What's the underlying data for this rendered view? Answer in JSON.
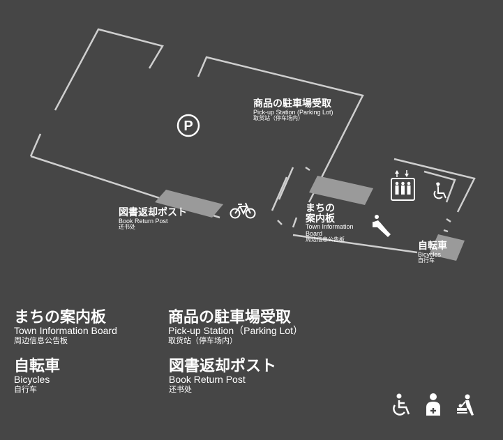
{
  "map_labels": {
    "parking_symbol": "P",
    "pickup": {
      "ja": "商品の駐車場受取",
      "en": "Pick-up Station (Parking Lot)",
      "zh": "取货站（停车场内）"
    },
    "book_return": {
      "ja": "図書返却ポスト",
      "en": "Book Return Post",
      "zh": "还书处"
    },
    "town_board": {
      "ja_line1": "まちの",
      "ja_line2": "案内板",
      "en_line1": "Town Information",
      "en_line2": "Board",
      "zh": "周边信息公告板"
    },
    "bicycles": {
      "ja": "自転車",
      "en": "Bicycles",
      "zh": "自行车"
    }
  },
  "legend": {
    "town_board": {
      "ja": "まちの案内板",
      "en": "Town Information Board",
      "zh": "周边信息公告板"
    },
    "pickup": {
      "ja": "商品の駐車場受取",
      "en": "Pick-up Station（Parking Lot）",
      "zh": "取货站（停车场内）"
    },
    "bicycles": {
      "ja": "自転車",
      "en": "Bicycles",
      "zh": "自行车"
    },
    "book_return": {
      "ja": "図書返却ポスト",
      "en": "Book Return Post",
      "zh": "还书处"
    }
  },
  "icons": [
    "parking-icon",
    "bicycle-icon",
    "escalator-icon",
    "elevator-icon",
    "wheelchair-icon",
    "nursing-room-icon",
    "baby-changing-icon"
  ],
  "colors": {
    "background": "#464646",
    "walls": "#cfcfcf",
    "highlight_zone": "#9a9a9a",
    "text": "#ffffff"
  }
}
